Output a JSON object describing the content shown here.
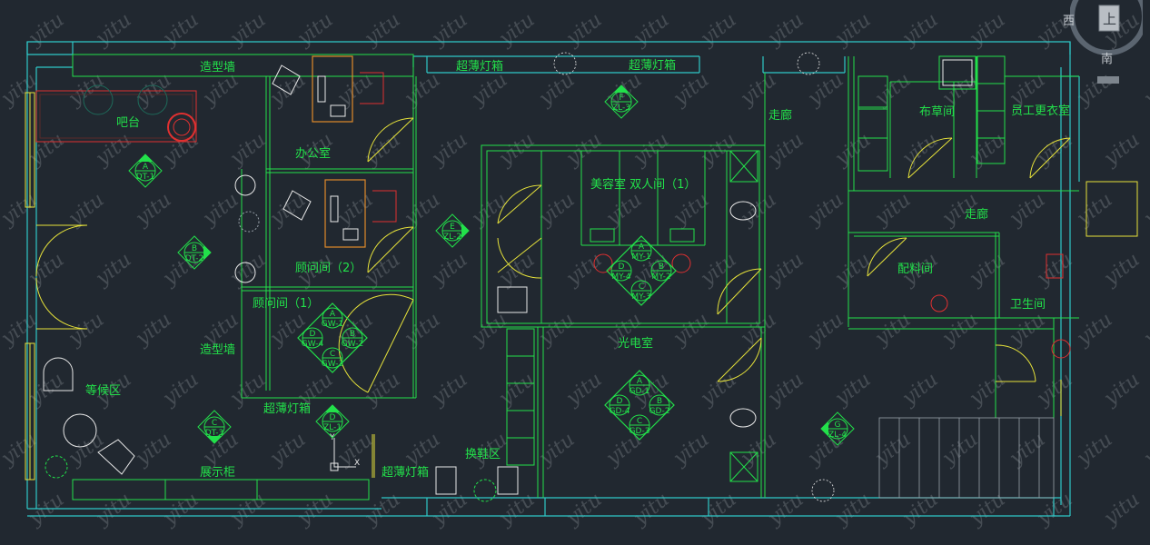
{
  "rooms": {
    "bar": "吧台",
    "feature_wall_top": "造型墙",
    "feature_wall_left": "造型墙",
    "office": "办公室",
    "consult_2": "顾问间（2）",
    "consult_1": "顾问间（1）",
    "lightbox_top_1": "超薄灯箱",
    "lightbox_top_2": "超薄灯箱",
    "lightbox_mid": "超薄灯箱",
    "lightbox_bottom": "超薄灯箱",
    "corridor_top": "走廊",
    "corridor_right": "走廊",
    "linen": "布草间",
    "staff_locker": "员工更衣室",
    "beauty_double": "美容室  双人间（1）",
    "prep": "配料间",
    "toilet": "卫生间",
    "photo_room": "光电室",
    "waiting": "等候区",
    "display": "展示柜",
    "shoe_change": "换鞋区"
  },
  "markers": {
    "a": {
      "letter": "A",
      "code": "DT-1"
    },
    "b": {
      "letter": "B",
      "code": "DT-2"
    },
    "c": {
      "letter": "C",
      "code": "DT-3"
    },
    "d": {
      "letter": "D",
      "code": "ZL-1"
    },
    "e": {
      "letter": "E",
      "code": "ZL-2"
    },
    "f": {
      "letter": "F",
      "code": "ZL-3"
    },
    "g": {
      "letter": "G",
      "code": "ZL-4"
    }
  },
  "clusters": {
    "gw": {
      "a": "GW-1",
      "b": "GW-2",
      "c": "GW-3",
      "d": "GW-4"
    },
    "my": {
      "a": "MY-1",
      "b": "MY-2",
      "c": "MY-3",
      "d": "MY-4"
    },
    "gd": {
      "a": "GD-1",
      "b": "GD-2",
      "c": "GD-3",
      "d": "GD-4"
    },
    "letters": {
      "a": "A",
      "b": "B",
      "c": "C",
      "d": "D"
    }
  },
  "ucs": {
    "x": "X",
    "y": "Y"
  },
  "viewcube": {
    "top": "上",
    "west": "西",
    "south": "南"
  },
  "watermark": "yitu",
  "colors": {
    "background": "#212830",
    "walls": "#2fc8c8",
    "partitions": "#22e04a",
    "doors": "#e6e23a",
    "furniture": "#e8e8e8",
    "chairs": "#e03030",
    "tables": "#e08a2a"
  }
}
